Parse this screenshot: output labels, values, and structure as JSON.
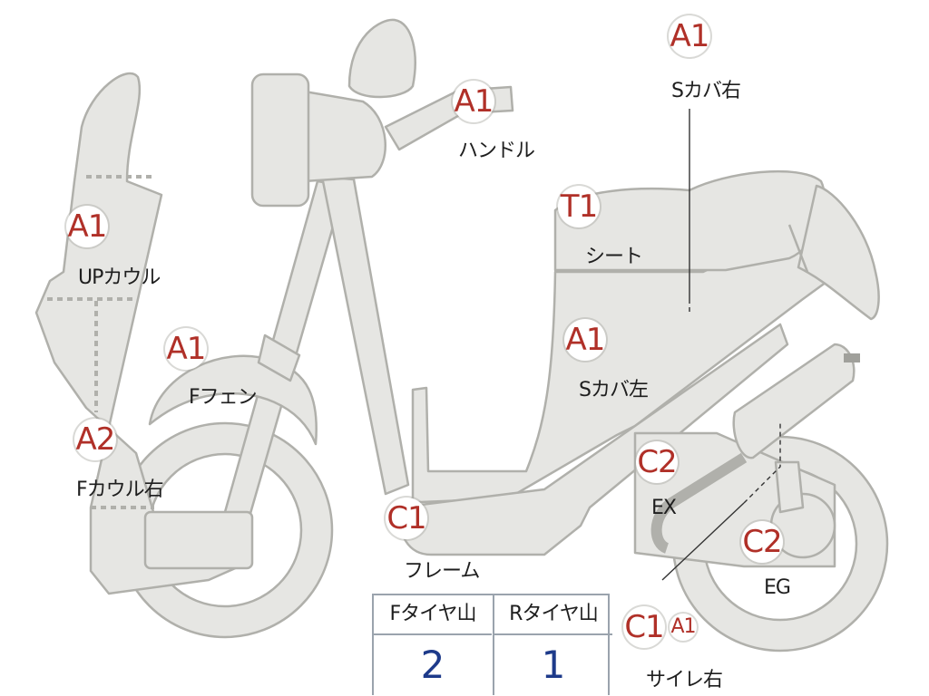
{
  "diagram": {
    "parts": [
      {
        "id": "s-cover-right",
        "grade": "A1",
        "label": "Sカバ右"
      },
      {
        "id": "handle",
        "grade": "A1",
        "label": "ハンドル"
      },
      {
        "id": "seat",
        "grade": "T1",
        "label": "シート"
      },
      {
        "id": "up-cowl",
        "grade": "A1",
        "label": "UPカウル"
      },
      {
        "id": "f-fender",
        "grade": "A1",
        "label": "Fフェン"
      },
      {
        "id": "s-cover-left",
        "grade": "A1",
        "label": "Sカバ左"
      },
      {
        "id": "f-cowl-right",
        "grade": "A2",
        "label": "Fカウル右"
      },
      {
        "id": "ex",
        "grade": "C2",
        "label": "EX"
      },
      {
        "id": "frame",
        "grade": "C1",
        "label": "フレーム"
      },
      {
        "id": "eg",
        "grade": "C2",
        "label": "EG"
      },
      {
        "id": "muffler-right",
        "grade": "C1",
        "grade_secondary": "A1",
        "label": "サイレ右"
      }
    ],
    "tire_table": {
      "headers": [
        "Fタイヤ山",
        "Rタイヤ山"
      ],
      "values": [
        "2",
        "1"
      ]
    }
  }
}
